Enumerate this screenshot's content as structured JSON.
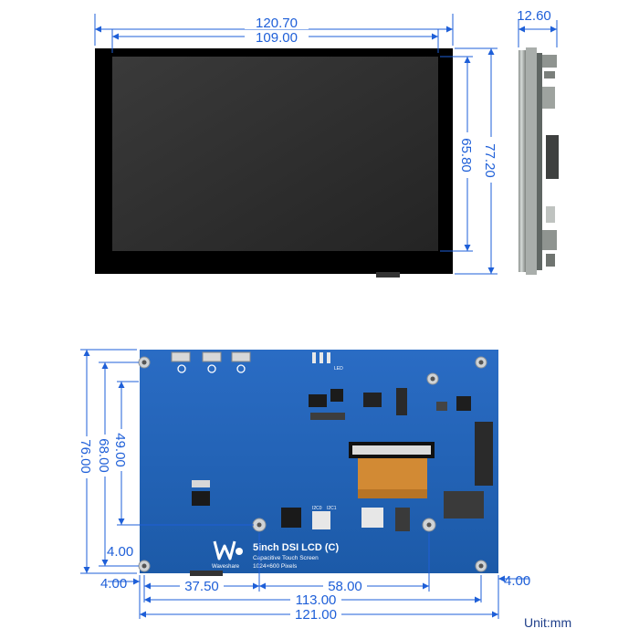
{
  "front_view": {
    "dim_outer_width": "120.70",
    "dim_active_width": "109.00",
    "dim_outer_height": "77.20",
    "dim_active_height": "65.80"
  },
  "side_view": {
    "dim_thickness": "12.60"
  },
  "back_view": {
    "dim_total_height": "76.00",
    "dim_hole_span_v": "68.00",
    "dim_hole_to_mid": "49.00",
    "dim_edge_offset_v": "4.00",
    "dim_edge_offset_left": "4.00",
    "dim_edge_offset_right": "4.00",
    "dim_hole_offset_x": "37.50",
    "dim_hole_gap": "58.00",
    "dim_hole_span_h": "113.00",
    "dim_total_width": "121.00"
  },
  "pcb_labels": {
    "title": "5inch DSI LCD (C)",
    "subtitle": "Capacitive Touch Screen",
    "resolution": "1024×600 Pixels",
    "brand": "Waveshare",
    "led": "LED",
    "i2c0": "I2C0",
    "i2c1": "I2C1"
  },
  "unit_label": "Unit:mm",
  "colors": {
    "dimension_line": "#1e5fd8",
    "pcb_blue": "#1f5fb5",
    "screen_black": "#000000",
    "screen_glass": "#2b2b2b"
  }
}
